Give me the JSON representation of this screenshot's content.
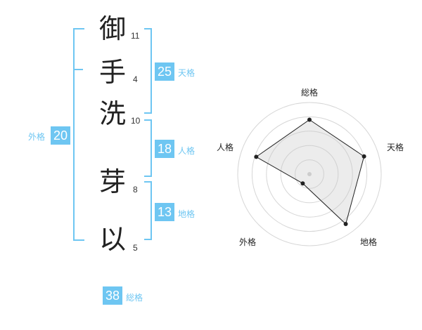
{
  "name": {
    "chars": [
      {
        "char": "御",
        "strokes": "11"
      },
      {
        "char": "手",
        "strokes": "4"
      },
      {
        "char": "洗",
        "strokes": "10"
      },
      {
        "char": "芽",
        "strokes": "8"
      },
      {
        "char": "以",
        "strokes": "5"
      }
    ]
  },
  "kaku": {
    "tenkaku": {
      "value": "25",
      "label": "天格"
    },
    "jinkaku": {
      "value": "18",
      "label": "人格"
    },
    "chikaku": {
      "value": "13",
      "label": "地格"
    },
    "gaikaku": {
      "value": "20",
      "label": "外格"
    },
    "soukaku": {
      "value": "38",
      "label": "総格"
    }
  },
  "radar": {
    "axes": [
      "総格",
      "天格",
      "地格",
      "外格",
      "人格"
    ],
    "levels": 5,
    "values": [
      3.8,
      4.0,
      4.3,
      0.8,
      3.9
    ],
    "fill_color": "#eeeeee",
    "line_color": "#222222"
  }
}
